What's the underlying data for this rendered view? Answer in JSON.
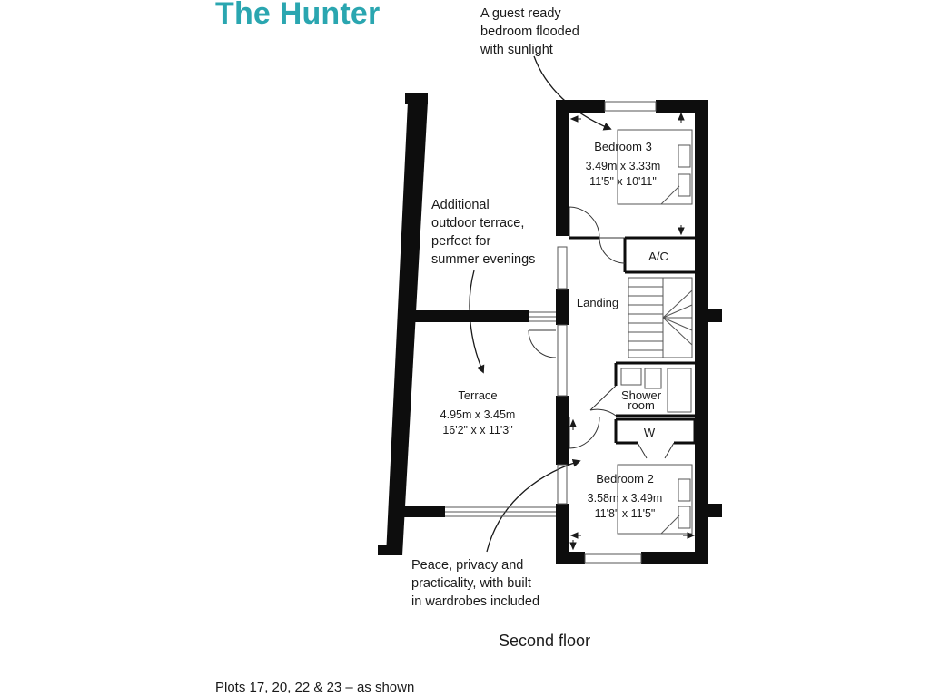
{
  "title": "The Hunter",
  "annotations": {
    "bedroom3_note": [
      "A guest ready",
      "bedroom flooded",
      "with sunlight"
    ],
    "terrace_note": [
      "Additional",
      "outdoor terrace,",
      "perfect for",
      "summer evenings"
    ],
    "bedroom2_note": [
      "Peace, privacy and",
      "practicality, with built",
      "in wardrobes included"
    ]
  },
  "rooms": {
    "bedroom3": {
      "name": "Bedroom 3",
      "metric": "3.49m x 3.33m",
      "imperial": "11'5\" x 10'11\""
    },
    "ac": {
      "name": "A/C"
    },
    "landing": {
      "name": "Landing"
    },
    "terrace": {
      "name": "Terrace",
      "metric": "4.95m x 3.45m",
      "imperial": "16'2\" x x 11'3\""
    },
    "shower": {
      "name_line1": "Shower",
      "name_line2": "room"
    },
    "wardrobe": {
      "name": "W"
    },
    "bedroom2": {
      "name": "Bedroom 2",
      "metric": "3.58m x 3.49m",
      "imperial": "11'8\" x 11'5\""
    }
  },
  "floor_caption": "Second floor",
  "plots_note": "Plots 17, 20, 22 & 23 – as shown",
  "colors": {
    "title": "#2aa6b0",
    "wall": "#0d0d0d",
    "text": "#1a1a1a"
  }
}
